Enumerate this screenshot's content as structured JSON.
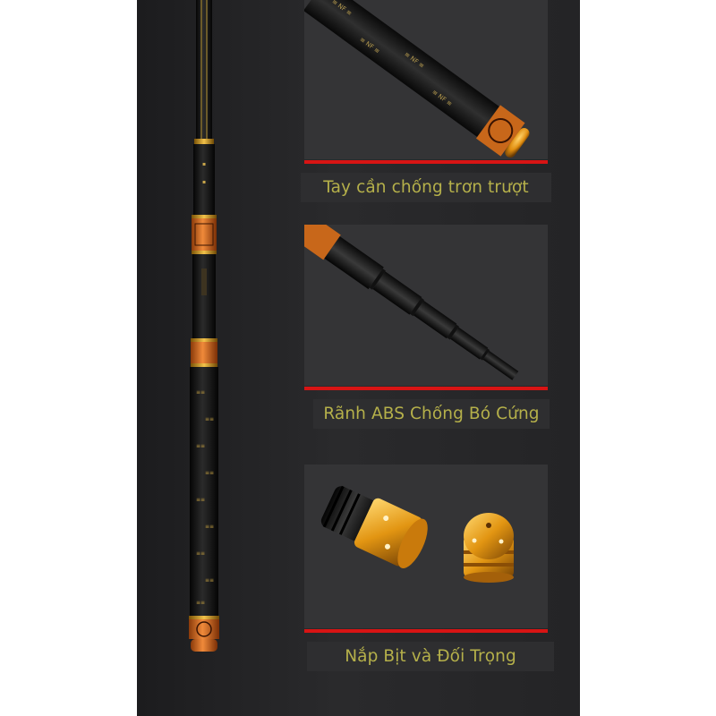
{
  "captions": {
    "grip": "Tay cần chống trơn trượt",
    "groove": "Rãnh ABS Chống Bó Cứng",
    "cap": "Nắp Bịt và Đối Trọng"
  },
  "colors": {
    "background": "#2a2a2c",
    "panel": "#343436",
    "accent_red": "#d81414",
    "caption_text": "#b5b04a",
    "rod_black": "#111111",
    "rod_orange": "#e06a1b",
    "gold": "#e39a12"
  }
}
